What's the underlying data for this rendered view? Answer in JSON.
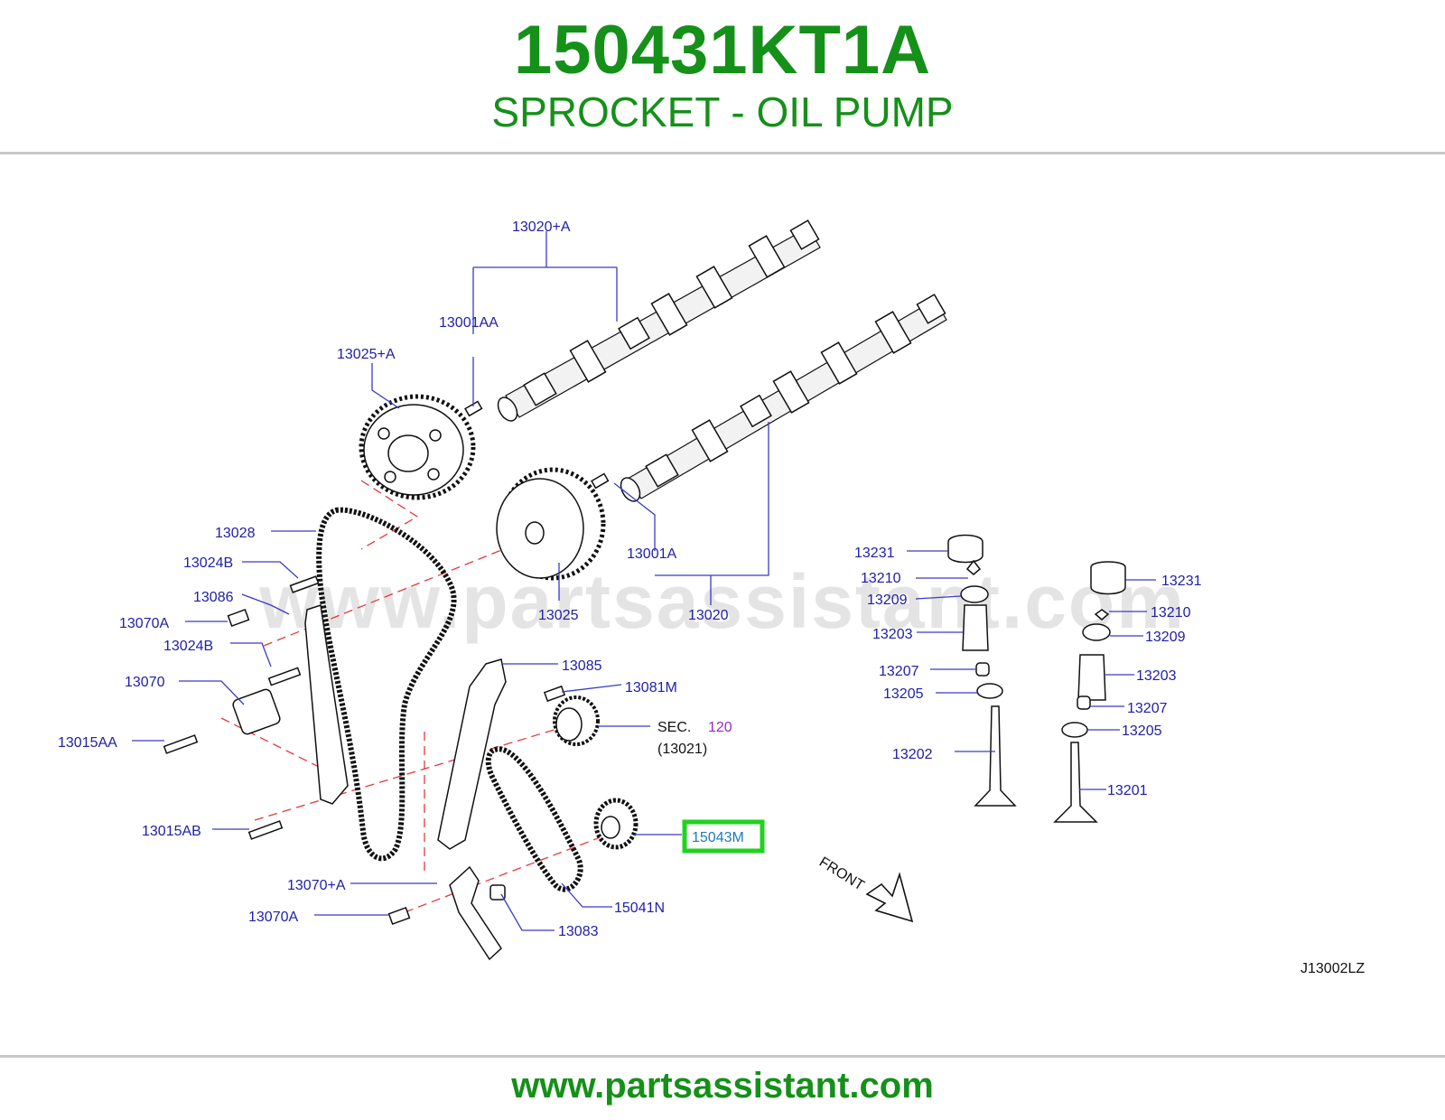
{
  "header": {
    "part_number": "150431KT1A",
    "part_name": "SPROCKET - OIL PUMP"
  },
  "diagram": {
    "watermark": "www.partsassistant.com",
    "diagram_code": "J13002LZ",
    "front_label": "FRONT",
    "sec_ref": {
      "prefix": "SEC.",
      "number": "120",
      "sub": "(13021)"
    },
    "highlighted_part": "15043M",
    "callouts": [
      "13020+A",
      "13001AA",
      "13025+A",
      "13028",
      "13024B",
      "13086",
      "13070A",
      "13024B",
      "13070",
      "13015AA",
      "13015AB",
      "13070+A",
      "13070A",
      "13001A",
      "13025",
      "13020",
      "13085",
      "13081M",
      "15041N",
      "13083",
      "13231",
      "13210",
      "13209",
      "13203",
      "13207",
      "13205",
      "13202",
      "13231",
      "13210",
      "13209",
      "13203",
      "13207",
      "13205",
      "13201"
    ]
  },
  "footer": {
    "url": "www.partsassistant.com"
  },
  "colors": {
    "brand_green": "#159019",
    "label_blue": "#1e1ea8",
    "sec_purple": "#9a28c8",
    "guide_red": "#e23a3a",
    "highlight_box": "#1fd31f"
  }
}
